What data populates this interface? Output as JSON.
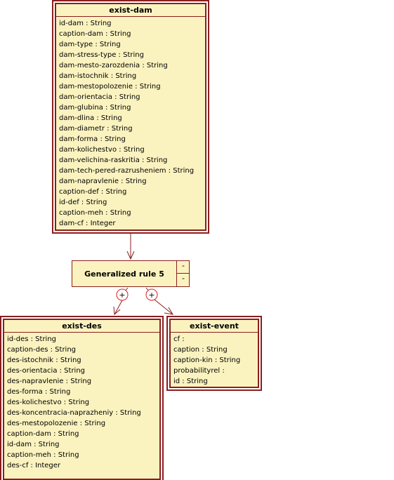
{
  "classes": {
    "exist_dam": {
      "title": "exist-dam",
      "attributes": [
        "id-dam : String",
        "caption-dam : String",
        "dam-type : String",
        "dam-stress-type : String",
        "dam-mesto-zarozdenia : String",
        "dam-istochnik : String",
        "dam-mestopolozenie : String",
        "dam-orientacia : String",
        "dam-glubina : String",
        "dam-dlina : String",
        "dam-diametr : String",
        "dam-forma : String",
        "dam-kolichestvo : String",
        "dam-velichina-raskritia : String",
        "dam-tech-pered-razrusheniem : String",
        "dam-napravlenie : String",
        "caption-def : String",
        "id-def : String",
        "caption-meh : String",
        "dam-cf : Integer"
      ]
    },
    "exist_des": {
      "title": "exist-des",
      "attributes": [
        "id-des : String",
        "caption-des : String",
        "des-istochnik : String",
        "des-orientacia : String",
        "des-napravlenie : String",
        "des-forma : String",
        "des-kolichestvo : String",
        "des-koncentracia-naprazheniy : String",
        "des-mestopolozenie : String",
        "caption-dam : String",
        "id-dam : String",
        "caption-meh : String",
        "des-cf : Integer"
      ]
    },
    "exist_event": {
      "title": "exist-event",
      "attributes": [
        "cf :",
        "caption : String",
        "caption-kin : String",
        "probabilityrel :",
        "id : String"
      ]
    }
  },
  "rule": {
    "label": "Generalized rule 5",
    "top_button": "-",
    "bottom_button": "-"
  },
  "connectors": {
    "plus_symbol": "+"
  },
  "colors": {
    "box_fill": "#fbf3bf",
    "border": "#8a1e1e",
    "connector_circle": "#e02020"
  }
}
